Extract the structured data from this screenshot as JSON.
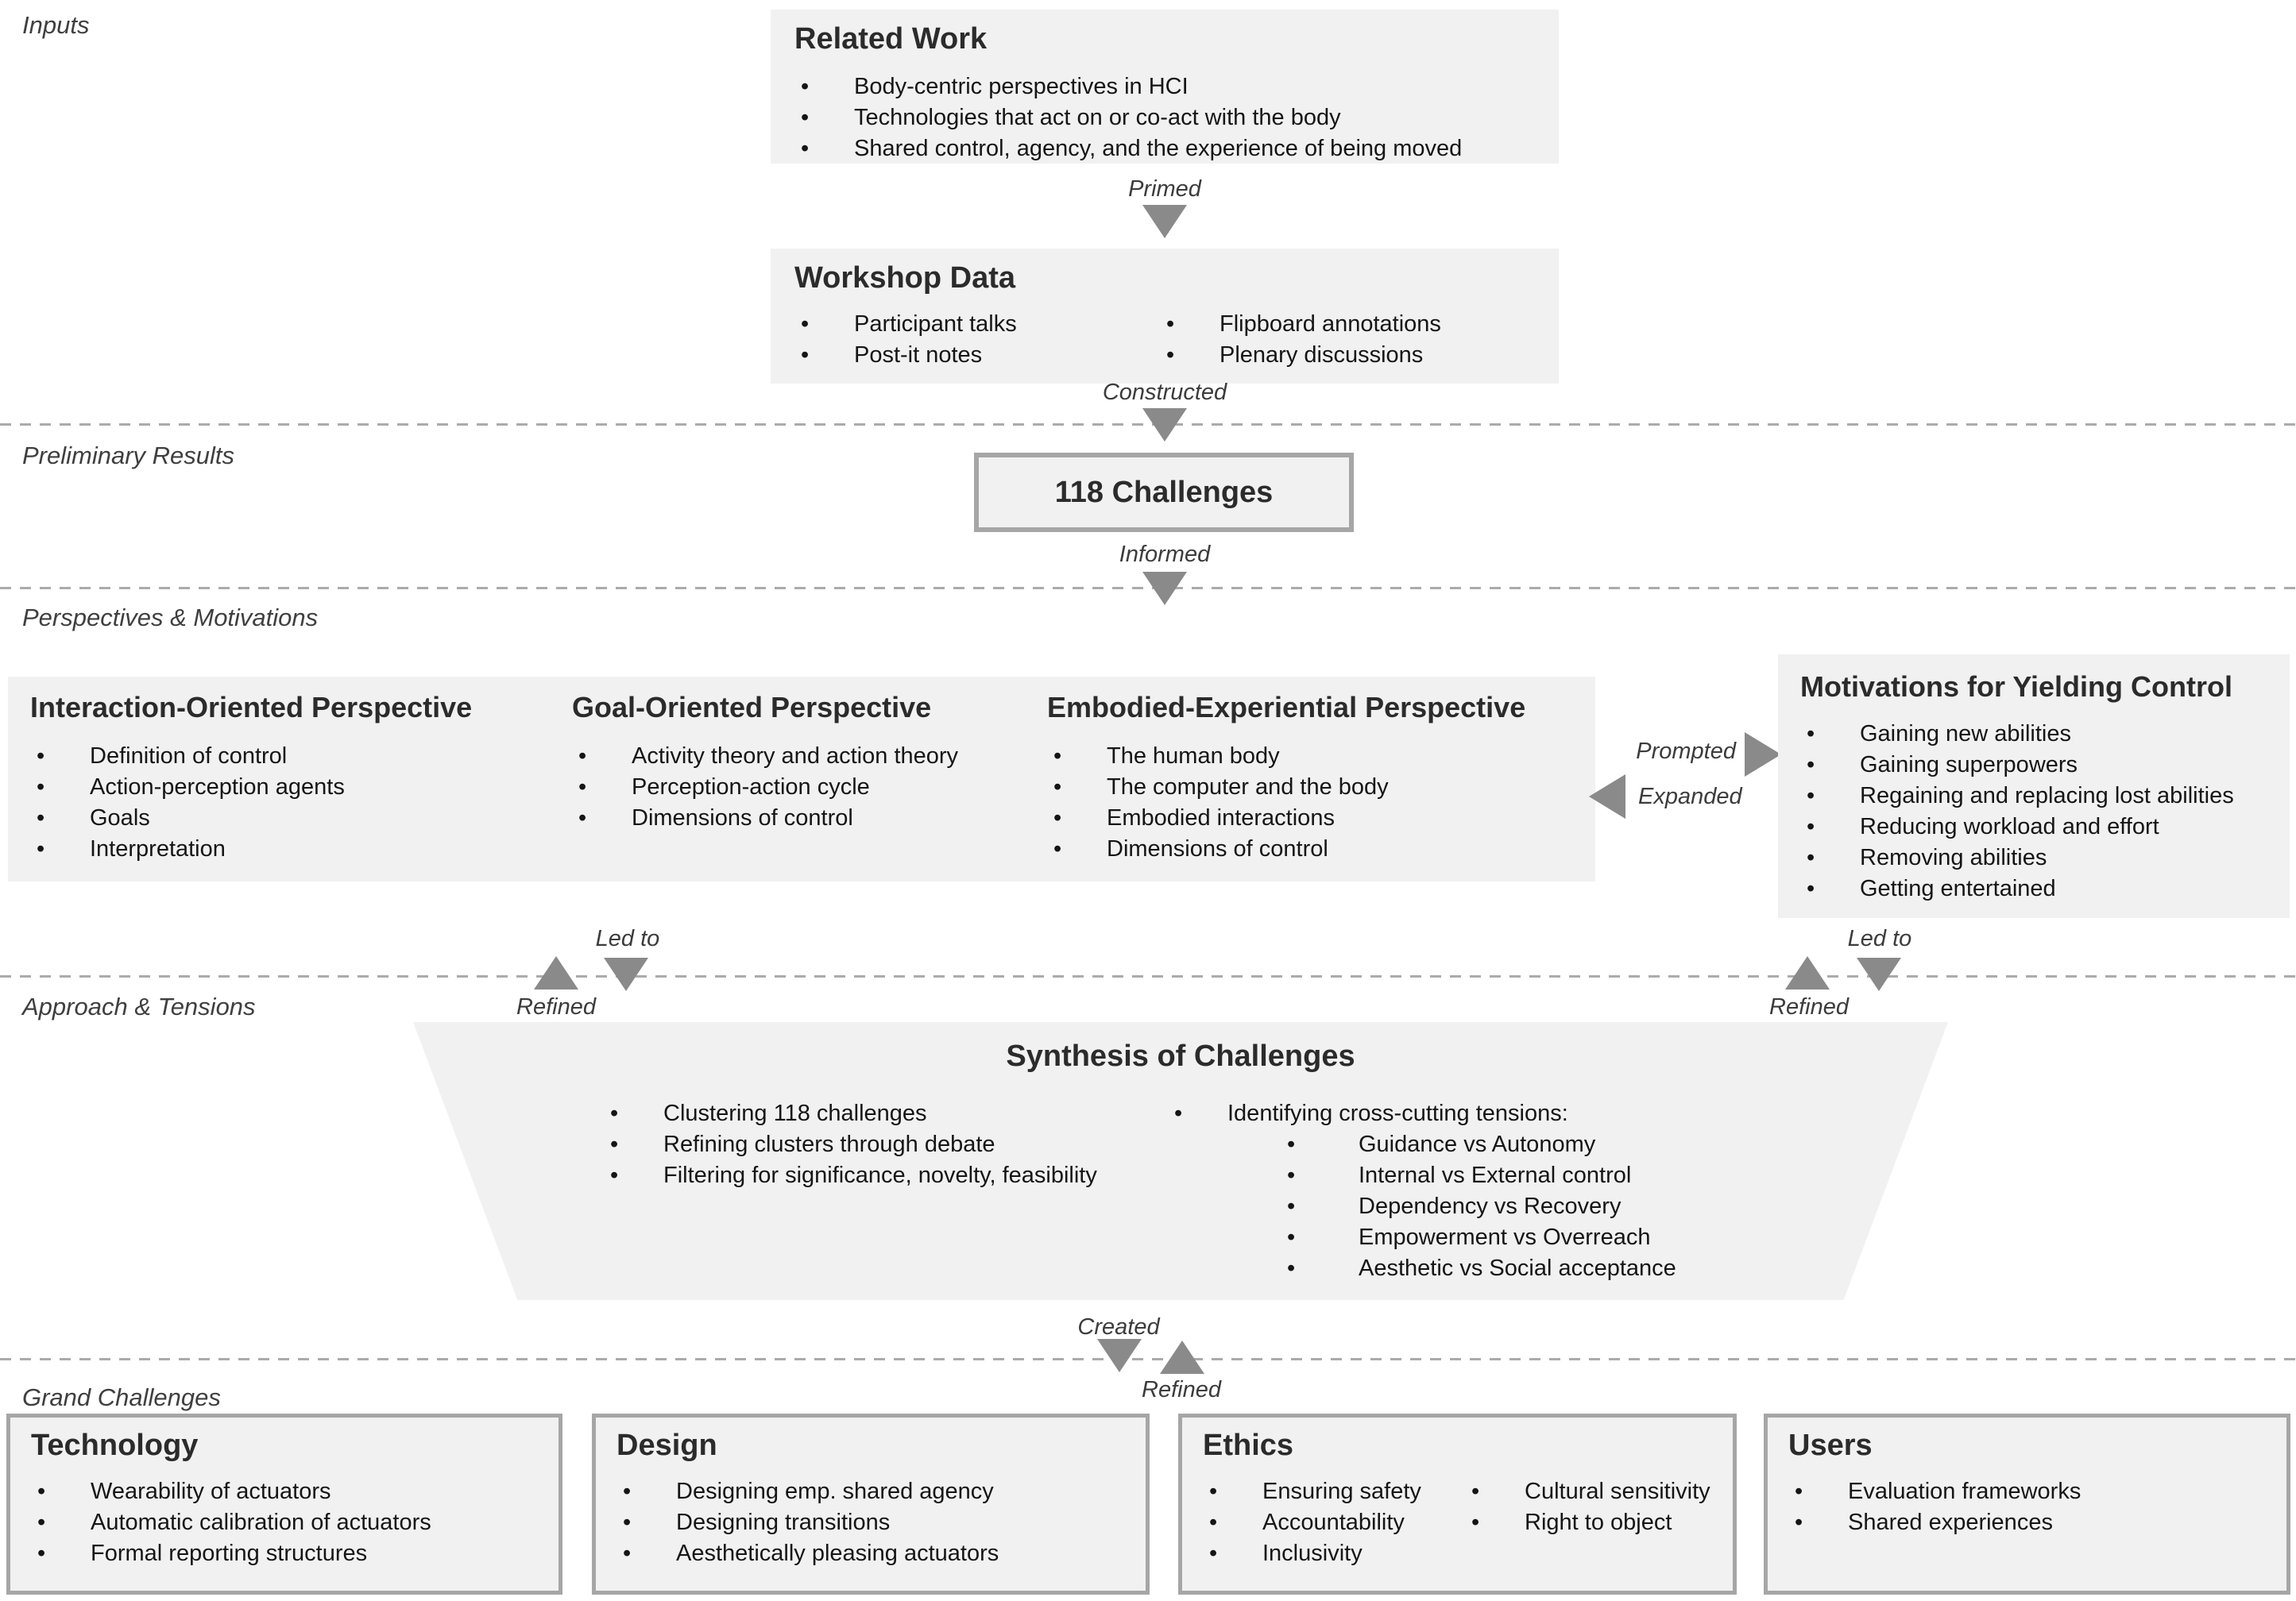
{
  "sections": {
    "inputs": "Inputs",
    "preliminary_results": "Preliminary Results",
    "perspectives_motivations": "Perspectives & Motivations",
    "approach_tensions": "Approach & Tensions",
    "grand_challenges": "Grand Challenges"
  },
  "flow_labels": {
    "primed": "Primed",
    "constructed": "Constructed",
    "informed": "Informed",
    "prompted": "Prompted",
    "expanded": "Expanded",
    "led_to": "Led to",
    "refined": "Refined",
    "created": "Created"
  },
  "related_work": {
    "title": "Related Work",
    "items": [
      "Body-centric perspectives in HCI",
      "Technologies that act on or co-act with the body",
      "Shared control, agency, and the experience of being moved"
    ]
  },
  "workshop_data": {
    "title": "Workshop Data",
    "col1": [
      "Participant talks",
      "Post-it notes"
    ],
    "col2": [
      "Flipboard annotations",
      "Plenary discussions"
    ]
  },
  "challenges_box": {
    "label": "118 Challenges"
  },
  "perspectives": {
    "interaction": {
      "title": "Interaction-Oriented Perspective",
      "items": [
        "Definition of control",
        "Action-perception agents",
        "Goals",
        "Interpretation"
      ]
    },
    "goal": {
      "title": "Goal-Oriented Perspective",
      "items": [
        "Activity theory and action theory",
        "Perception-action cycle",
        "Dimensions of control"
      ]
    },
    "embodied": {
      "title": "Embodied-Experiential Perspective",
      "items": [
        "The human body",
        "The computer and the body",
        "Embodied interactions",
        "Dimensions of control"
      ]
    }
  },
  "motivations": {
    "title": "Motivations for Yielding Control",
    "items": [
      "Gaining new abilities",
      "Gaining superpowers",
      "Regaining and replacing lost abilities",
      "Reducing workload and effort",
      "Removing abilities",
      "Getting entertained"
    ]
  },
  "synthesis": {
    "title": "Synthesis of Challenges",
    "left_items": [
      "Clustering 118 challenges",
      "Refining clusters through debate",
      "Filtering for significance, novelty, feasibility"
    ],
    "right_header": "Identifying cross-cutting tensions:",
    "tensions": [
      "Guidance vs Autonomy",
      "Internal vs External control",
      "Dependency vs Recovery",
      "Empowerment vs Overreach",
      "Aesthetic vs Social acceptance"
    ]
  },
  "grand": {
    "technology": {
      "title": "Technology",
      "items": [
        "Wearability of actuators",
        "Automatic calibration of actuators",
        "Formal reporting structures"
      ]
    },
    "design": {
      "title": "Design",
      "items": [
        "Designing emp. shared agency",
        "Designing transitions",
        "Aesthetically pleasing actuators"
      ]
    },
    "ethics": {
      "title": "Ethics",
      "col1": [
        "Ensuring safety",
        "Accountability",
        "Inclusivity"
      ],
      "col2": [
        "Cultural sensitivity",
        "Right to object"
      ]
    },
    "users": {
      "title": "Users",
      "items": [
        "Evaluation frameworks",
        "Shared experiences"
      ]
    }
  },
  "colors": {
    "box_fill": "#f1f1f1",
    "box_border": "#a6a6a6",
    "arrow": "#8a8a8a",
    "dash": "#ababab"
  }
}
